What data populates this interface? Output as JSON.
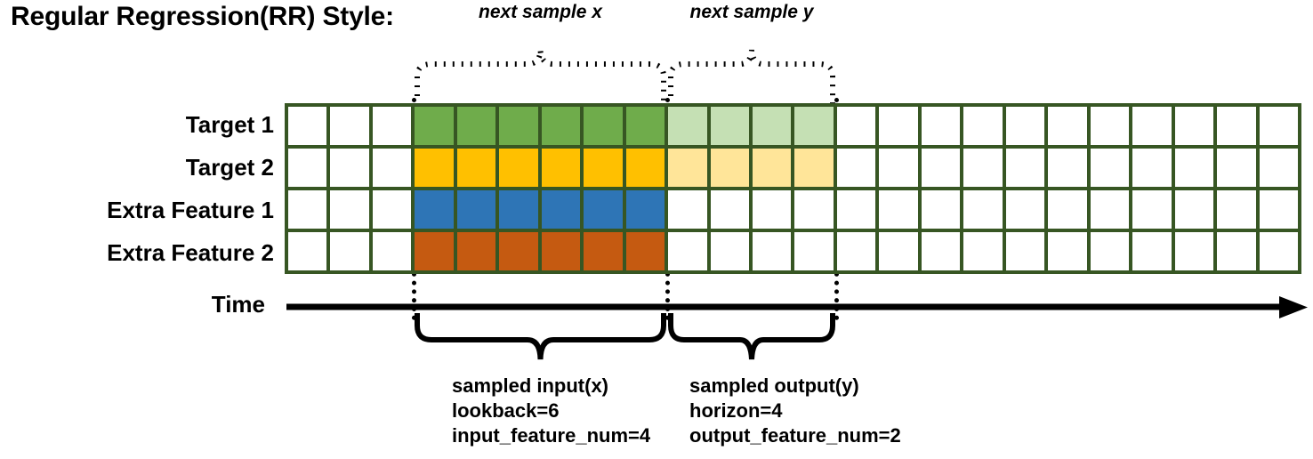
{
  "title": "Regular Regression(RR) Style:",
  "rows": [
    {
      "label": "Target 1",
      "name": "target-1"
    },
    {
      "label": "Target 2",
      "name": "target-2"
    },
    {
      "label": "Extra Feature 1",
      "name": "extra-feature-1"
    },
    {
      "label": "Extra Feature 2",
      "name": "extra-feature-2"
    }
  ],
  "axis": {
    "label": "Time"
  },
  "top_braces": [
    {
      "caption": "next sample x"
    },
    {
      "caption": "next sample y"
    }
  ],
  "bottom_braces": [
    {
      "title": "sampled input(x)",
      "line2": "lookback=6",
      "line3": "input_feature_num=4"
    },
    {
      "title": "sampled output(y)",
      "line2": "horizon=4",
      "line3": "output_feature_num=2"
    }
  ],
  "grid": {
    "columns": 24,
    "rows": 4,
    "leading_blank_columns": 3,
    "input_columns": 6,
    "output_columns": 4,
    "trailing_blank_columns": 11,
    "cell_classes": [
      [
        "cell",
        "cell",
        "cell",
        "c-green",
        "c-green",
        "c-green",
        "c-green",
        "c-green",
        "c-green",
        "c-greenlight",
        "c-greenlight",
        "c-greenlight",
        "c-greenlight",
        "cell",
        "cell",
        "cell",
        "cell",
        "cell",
        "cell",
        "cell",
        "cell",
        "cell",
        "cell",
        "cell"
      ],
      [
        "cell",
        "cell",
        "cell",
        "c-yellow",
        "c-yellow",
        "c-yellow",
        "c-yellow",
        "c-yellow",
        "c-yellow",
        "c-yellowlight",
        "c-yellowlight",
        "c-yellowlight",
        "c-yellowlight",
        "cell",
        "cell",
        "cell",
        "cell",
        "cell",
        "cell",
        "cell",
        "cell",
        "cell",
        "cell",
        "cell"
      ],
      [
        "cell",
        "cell",
        "cell",
        "c-blue",
        "c-blue",
        "c-blue",
        "c-blue",
        "c-blue",
        "c-blue",
        "cell",
        "cell",
        "cell",
        "cell",
        "cell",
        "cell",
        "cell",
        "cell",
        "cell",
        "cell",
        "cell",
        "cell",
        "cell",
        "cell",
        "cell"
      ],
      [
        "cell",
        "cell",
        "cell",
        "c-orange",
        "c-orange",
        "c-orange",
        "c-orange",
        "c-orange",
        "c-orange",
        "cell",
        "cell",
        "cell",
        "cell",
        "cell",
        "cell",
        "cell",
        "cell",
        "cell",
        "cell",
        "cell",
        "cell",
        "cell",
        "cell",
        "cell"
      ]
    ]
  },
  "colors": {
    "grid_border": "#375623",
    "target_1": "#6FAC4B",
    "target_1_faded": "#C5E0B4",
    "target_2": "#FFC000",
    "target_2_faded": "#FFE599",
    "extra_feature_1": "#2E75B6",
    "extra_feature_2": "#C55A11",
    "axis": "#000000"
  }
}
